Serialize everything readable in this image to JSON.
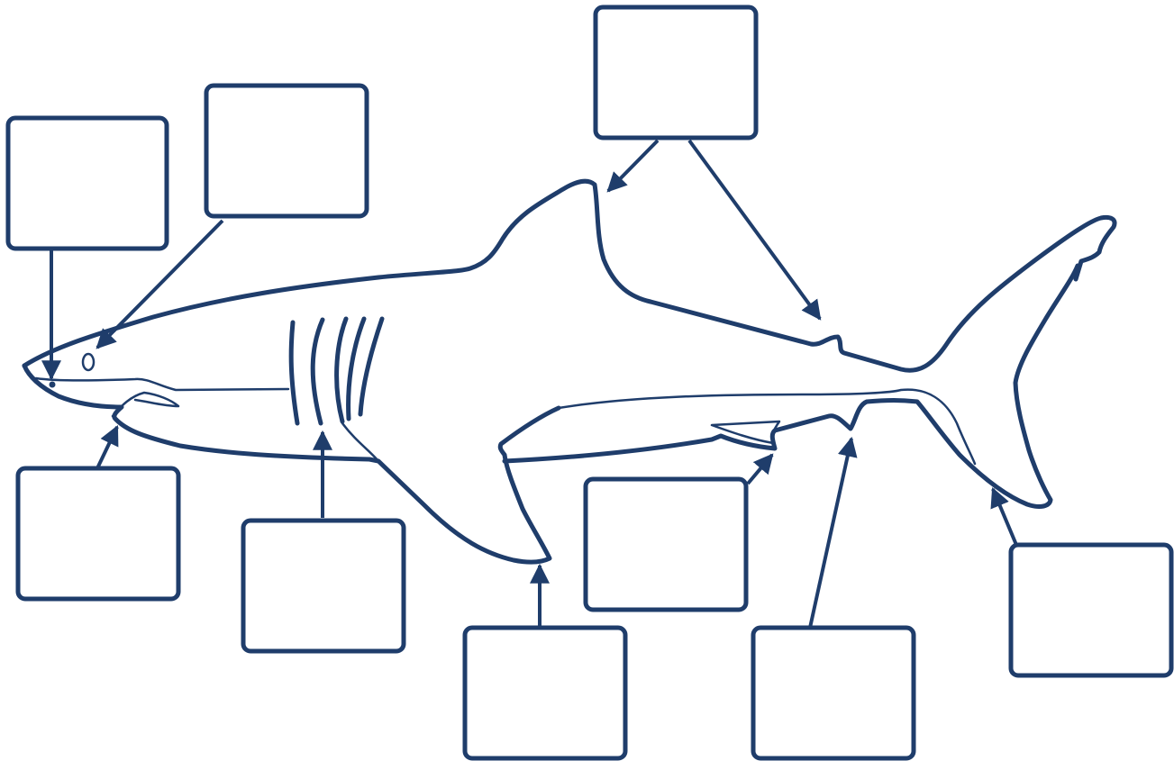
{
  "diagram": {
    "colors": {
      "ink": "#1f3d6b",
      "background": "#ffffff"
    },
    "labels": [
      {
        "id": "nostril",
        "text": ""
      },
      {
        "id": "eye",
        "text": ""
      },
      {
        "id": "dorsal-fins",
        "text": ""
      },
      {
        "id": "mouth",
        "text": ""
      },
      {
        "id": "gill-slits",
        "text": ""
      },
      {
        "id": "pectoral-fin",
        "text": ""
      },
      {
        "id": "pelvic-fin",
        "text": ""
      },
      {
        "id": "anal-fin",
        "text": ""
      },
      {
        "id": "caudal-fin",
        "text": ""
      }
    ]
  }
}
